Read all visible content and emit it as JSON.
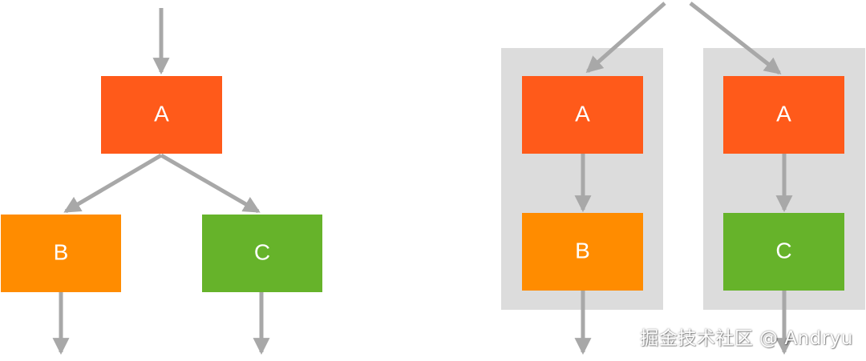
{
  "colors": {
    "node_a": "#ff5a1a",
    "node_b": "#ff8c00",
    "node_c": "#66b32a",
    "arrow": "#a8a8a8",
    "group_bg": "#dcdcdc",
    "label": "#ffffff"
  },
  "left_tree": {
    "node_a": {
      "label": "A"
    },
    "node_b": {
      "label": "B"
    },
    "node_c": {
      "label": "C"
    }
  },
  "right_groups": [
    {
      "top": {
        "label": "A"
      },
      "bottom": {
        "label": "B"
      }
    },
    {
      "top": {
        "label": "A"
      },
      "bottom": {
        "label": "C"
      }
    }
  ],
  "watermark": {
    "text": "掘金技术社区 @ Andryu"
  }
}
